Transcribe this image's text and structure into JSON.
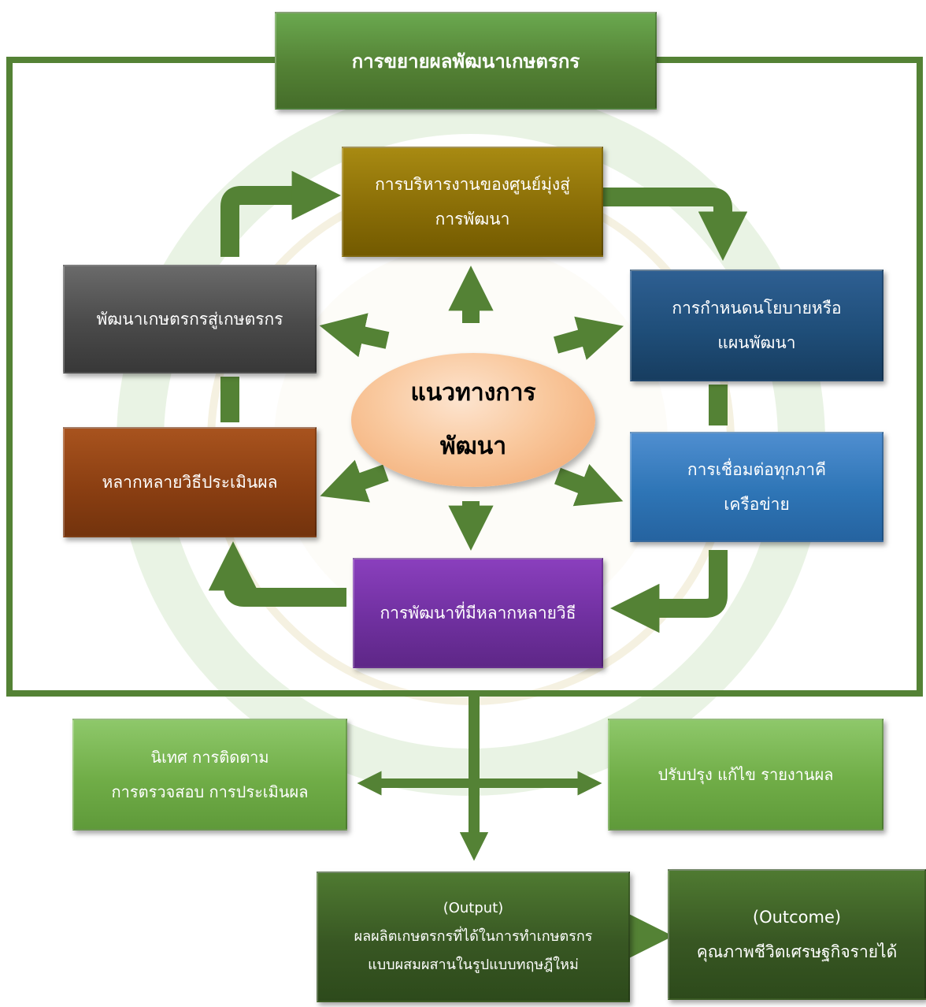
{
  "title": "การขยายผลพัฒนาเกษตรกร",
  "center": {
    "line1": "แนวทางการ",
    "line2": "พัฒนา"
  },
  "admin": {
    "line1": "การบริหารงานของศูนย์มุ่งสู่",
    "line2": "การพัฒนา"
  },
  "policy": {
    "line1": "การกำหนดนโยบายหรือ",
    "line2": "แผนพัฒนา"
  },
  "develop_farmer": "พัฒนาเกษตรกรสู่เกษตรกร",
  "evaluation": "หลากหลายวิธีประเมินผล",
  "network": {
    "line1": "การเชื่อมต่อทุกภาคี",
    "line2": "เครือข่าย"
  },
  "variety": "การพัฒนาที่มีหลากหลายวิธี",
  "monitor": {
    "line1": "นิเทศ การติดตาม",
    "line2": "การตรวจสอบ การประเมินผล"
  },
  "improve": "ปรับปรุง แก้ไข รายงานผล",
  "output": {
    "line1": "(Output)",
    "line2": "ผลผลิตเกษตรกรที่ได้ในการทำเกษตรกร",
    "line3": "แบบผสมผสานในรูปแบบทฤษฎีใหม่"
  },
  "outcome": {
    "line1": "(Outcome)",
    "line2": "คุณภาพชีวิตเศรษฐกิจรายได้"
  },
  "colors": {
    "frame": "#548235",
    "arrow": "#548235",
    "watermark": "#a9cf94"
  }
}
